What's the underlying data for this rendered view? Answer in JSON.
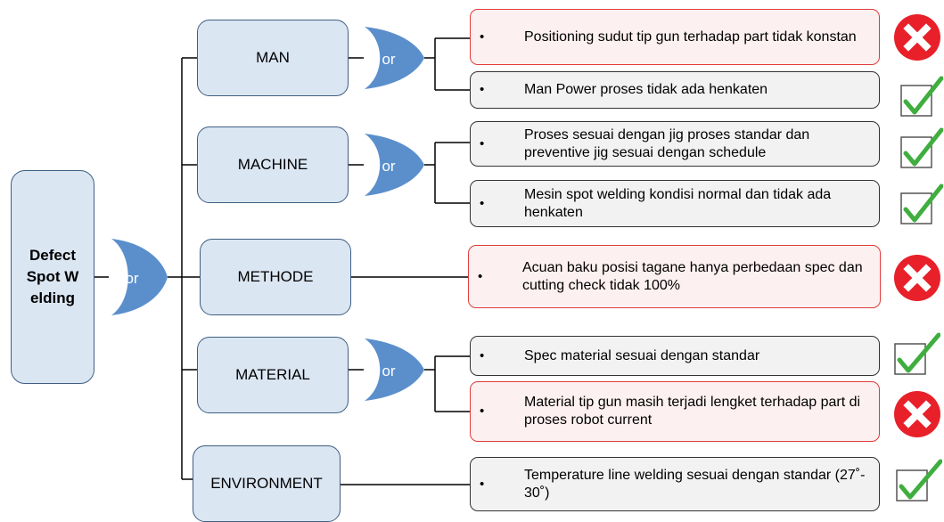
{
  "root": {
    "label": "Defect Spot Welding"
  },
  "gate_label": "or",
  "bullet": "•",
  "categories": [
    {
      "label": "MAN"
    },
    {
      "label": "MACHINE"
    },
    {
      "label": "METHODE"
    },
    {
      "label": "MATERIAL"
    },
    {
      "label": "ENVIRONMENT"
    }
  ],
  "causes": [
    {
      "text": "Positioning sudut tip gun terhadap part tidak konstan",
      "status": "ng"
    },
    {
      "text": "Man Power proses tidak ada henkaten",
      "status": "ok"
    },
    {
      "text": "Proses sesuai dengan jig proses standar dan preventive jig sesuai dengan schedule",
      "status": "ok"
    },
    {
      "text": "Mesin spot welding kondisi normal dan tidak ada henkaten",
      "status": "ok"
    },
    {
      "text": "Acuan baku posisi tagane hanya perbedaan spec dan cutting check tidak 100%",
      "status": "ng"
    },
    {
      "text": "Spec material sesuai dengan standar",
      "status": "ok"
    },
    {
      "text": "Material tip gun masih terjadi lengket terhadap part di proses robot current",
      "status": "ng"
    },
    {
      "text": "Temperature line welding sesuai dengan standar (27˚- 30˚)",
      "status": "ok"
    }
  ],
  "colors": {
    "box_fill": "#dbe6f3",
    "box_border": "#3f5f82",
    "gate_fill": "#5b8fcc",
    "ng_border": "#e03c3c",
    "ng_fill": "#fdf0f0",
    "ng_icon": "#e8202a",
    "ok_icon": "#3fae3f"
  }
}
